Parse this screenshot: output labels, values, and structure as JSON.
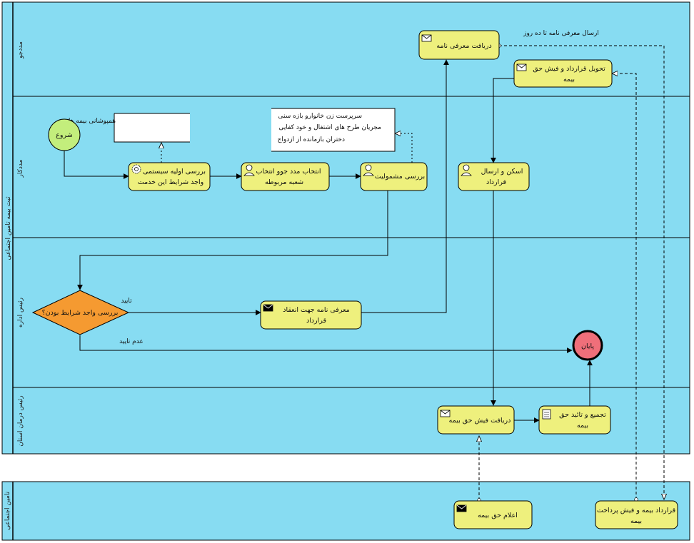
{
  "pool_main": {
    "name": "ثبت بیمه تامین اجتماعی",
    "lanes": {
      "lane1": "مددجو",
      "lane2": "مددکار",
      "lane3": "رئیس اداره",
      "lane4": "رئیس درمان استان"
    }
  },
  "pool_bottom": {
    "name": "تامین اجتماعی"
  },
  "events": {
    "start": "شروع",
    "end": "پایان"
  },
  "tasks": {
    "receive_letter": "دریافت معرفی نامه",
    "deliver_contract_line1": "تحویل قرارداد و فیش حق",
    "deliver_contract_line2": "بیمه",
    "initial_review_line1": "بررسی اولیه سیستمی",
    "initial_review_line2": "واجد شرایط این خدمت",
    "select_client_line1": "انتخاب مدد جوو انتخاب",
    "select_client_line2": "شعبه مربوطه",
    "eligibility_review": "بررسی مشمولیت",
    "scan_send_line1": "اسکن و ارسال",
    "scan_send_line2": "قرارداد",
    "intro_letter_line1": "معرفی نامه جهت انعقاد",
    "intro_letter_line2": "قرارداد",
    "receive_fee": "دریافت فیش حق بیمه",
    "collect_approve_line1": "تجمیع و تائید حق",
    "collect_approve_line2": "بیمه",
    "announce_fee": "اعلام حق بیمه",
    "contract_payment_line1": "قرارداد بیمه و فیش پرداخت",
    "contract_payment_line2": "بیمه"
  },
  "gateway": {
    "question": "بررسی واجد شرایط بودن؟",
    "yes": "تایید",
    "no": "عدم تایید"
  },
  "annotations": {
    "insurance_coverage": "همپوشانی بیمه ها",
    "criteria_line1": "سرپرست زن خانوارو بازه سنی",
    "criteria_line2": "مجریان طرح های اشتغال و خود کفایی",
    "criteria_line3": "دختران بازمانده از ازدواج"
  },
  "message_labels": {
    "send_letter": "ارسال معرفی نامه تا ده روز"
  },
  "colors": {
    "lane_fill": "#87dcf2",
    "task_fill": "#eef07d",
    "start_fill": "#c3ee7c",
    "end_fill": "#ef6f7a",
    "gateway_fill": "#f59a31"
  }
}
